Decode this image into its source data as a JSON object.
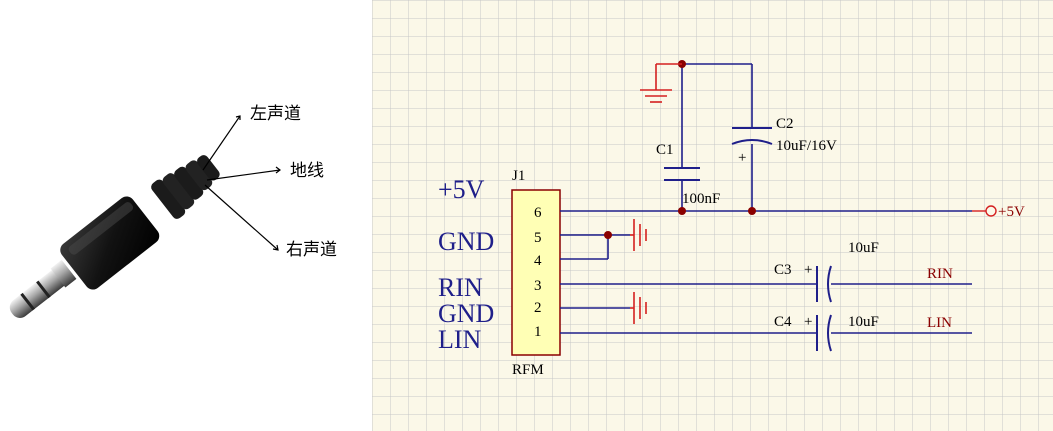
{
  "photo": {
    "labels": [
      "左声道",
      "地线",
      "右声道"
    ]
  },
  "schematic": {
    "connector": {
      "ref": "J1",
      "name": "RFM",
      "pins": [
        "6",
        "5",
        "4",
        "3",
        "2",
        "1"
      ]
    },
    "net_labels": {
      "plus5v": "+5V",
      "gnd1": "GND",
      "rin": "RIN",
      "gnd2": "GND",
      "lin": "LIN"
    },
    "components": {
      "c1": {
        "ref": "C1",
        "value": "100nF"
      },
      "c2": {
        "ref": "C2",
        "value": "10uF/16V",
        "polarity": "+"
      },
      "c3": {
        "ref": "C3",
        "value": "10uF",
        "polarity": "+"
      },
      "c4": {
        "ref": "C4",
        "value": "10uF",
        "polarity": "+"
      }
    },
    "right_nets": {
      "power": "+5V",
      "rin": "RIN",
      "lin": "LIN"
    },
    "colors": {
      "grid_bg": "#fbf8e8",
      "grid_line": "#c7c7c7",
      "wire": "#1f1f8a",
      "ground": "#d42020",
      "junction": "#8a0000",
      "component_fill": "#ffffb5",
      "component_stroke": "#8a0000"
    }
  }
}
